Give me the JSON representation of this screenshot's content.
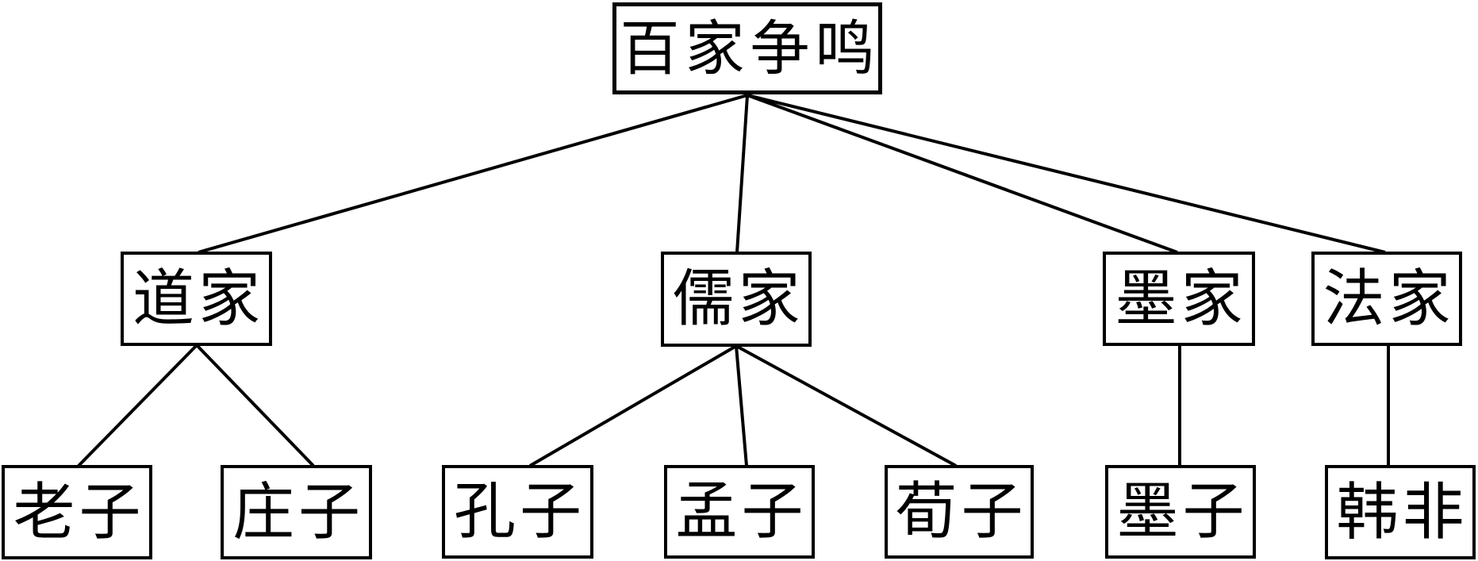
{
  "diagram": {
    "root": {
      "label": "百家争鸣"
    },
    "schools": [
      {
        "label": "道家"
      },
      {
        "label": "儒家"
      },
      {
        "label": "墨家"
      },
      {
        "label": "法家"
      }
    ],
    "thinkers": [
      {
        "label": "老子",
        "school": "道家"
      },
      {
        "label": "庄子",
        "school": "道家"
      },
      {
        "label": "孔子",
        "school": "儒家"
      },
      {
        "label": "孟子",
        "school": "儒家"
      },
      {
        "label": "荀子",
        "school": "儒家"
      },
      {
        "label": "墨子",
        "school": "墨家"
      },
      {
        "label": "韩非",
        "school": "法家"
      }
    ],
    "edges": [
      {
        "from": "百家争鸣",
        "to": "道家"
      },
      {
        "from": "百家争鸣",
        "to": "儒家"
      },
      {
        "from": "百家争鸣",
        "to": "墨家"
      },
      {
        "from": "百家争鸣",
        "to": "法家"
      },
      {
        "from": "道家",
        "to": "老子"
      },
      {
        "from": "道家",
        "to": "庄子"
      },
      {
        "from": "儒家",
        "to": "孔子"
      },
      {
        "from": "儒家",
        "to": "孟子"
      },
      {
        "from": "儒家",
        "to": "荀子"
      },
      {
        "from": "墨家",
        "to": "墨子"
      },
      {
        "from": "法家",
        "to": "韩非"
      }
    ],
    "colors": {
      "background": "#ffffff",
      "line": "#000000",
      "box_border": "#000000",
      "text": "#000000"
    }
  }
}
